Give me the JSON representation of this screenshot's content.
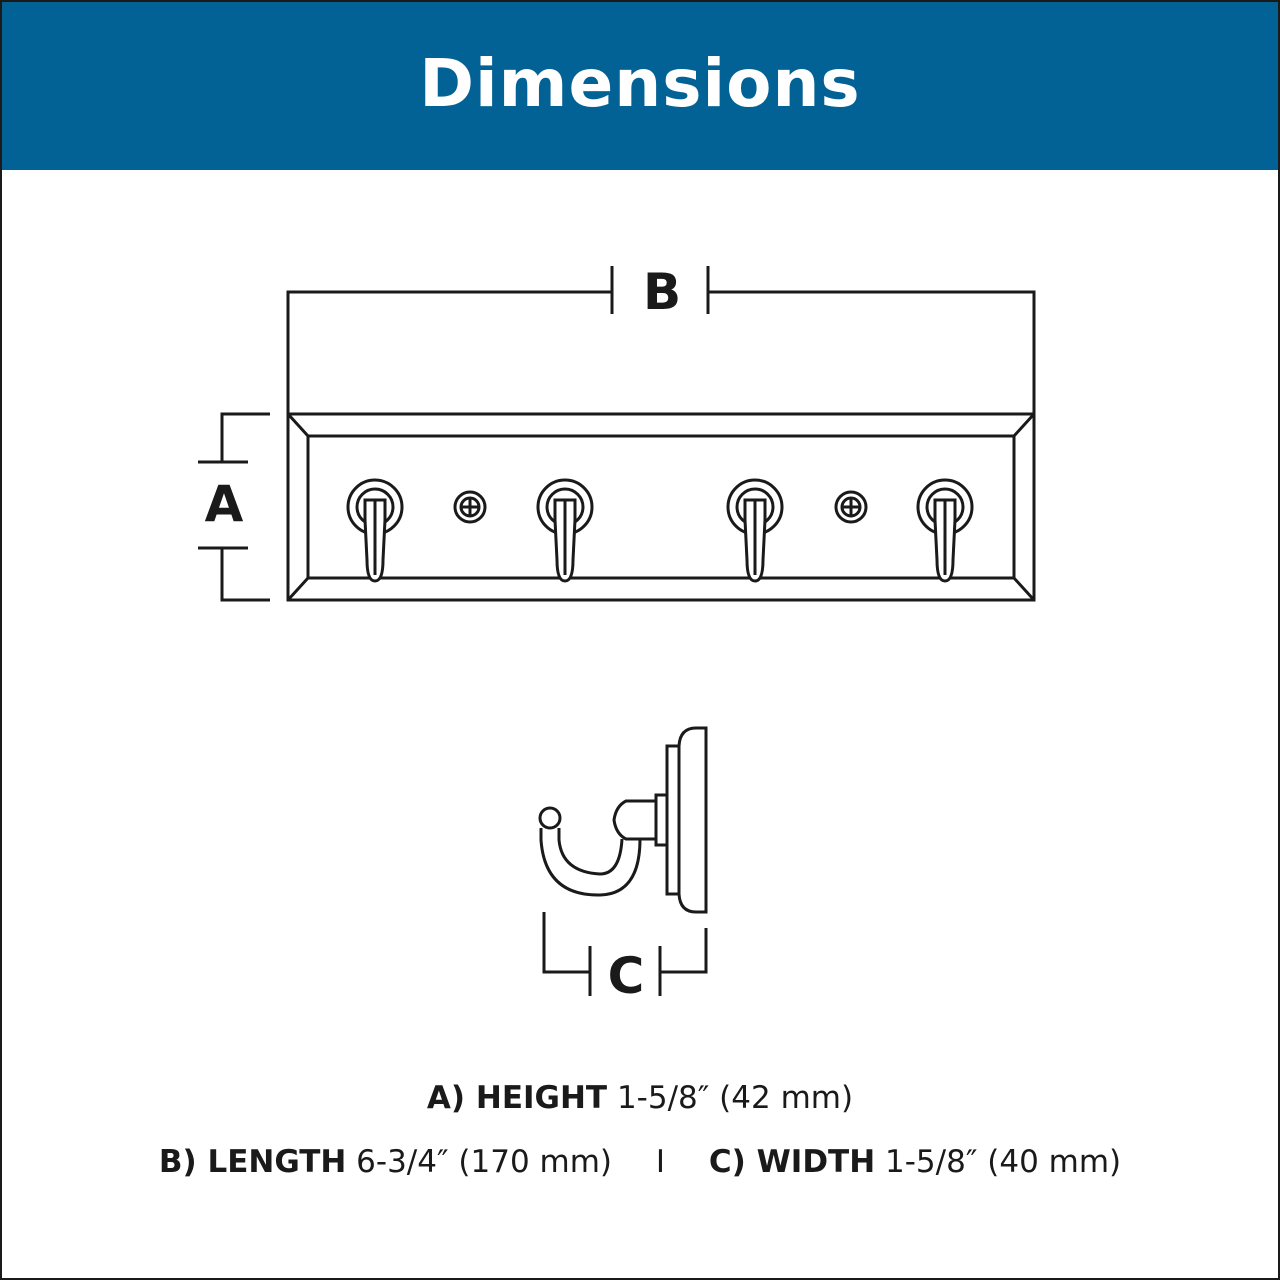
{
  "header": {
    "title": "Dimensions"
  },
  "labels": {
    "a": "A",
    "b": "B",
    "c": "C"
  },
  "specs": {
    "height": {
      "key": "A) HEIGHT",
      "value": "1-5/8″ (42 mm)"
    },
    "length": {
      "key": "B) LENGTH",
      "value": "6-3/4″ (170 mm)"
    },
    "separator": "I",
    "width": {
      "key": "C) WIDTH",
      "value": "1-5/8″ (40 mm)"
    }
  },
  "colors": {
    "header_bg": "#036295",
    "line": "#1a1a1a",
    "background": "#ffffff"
  }
}
